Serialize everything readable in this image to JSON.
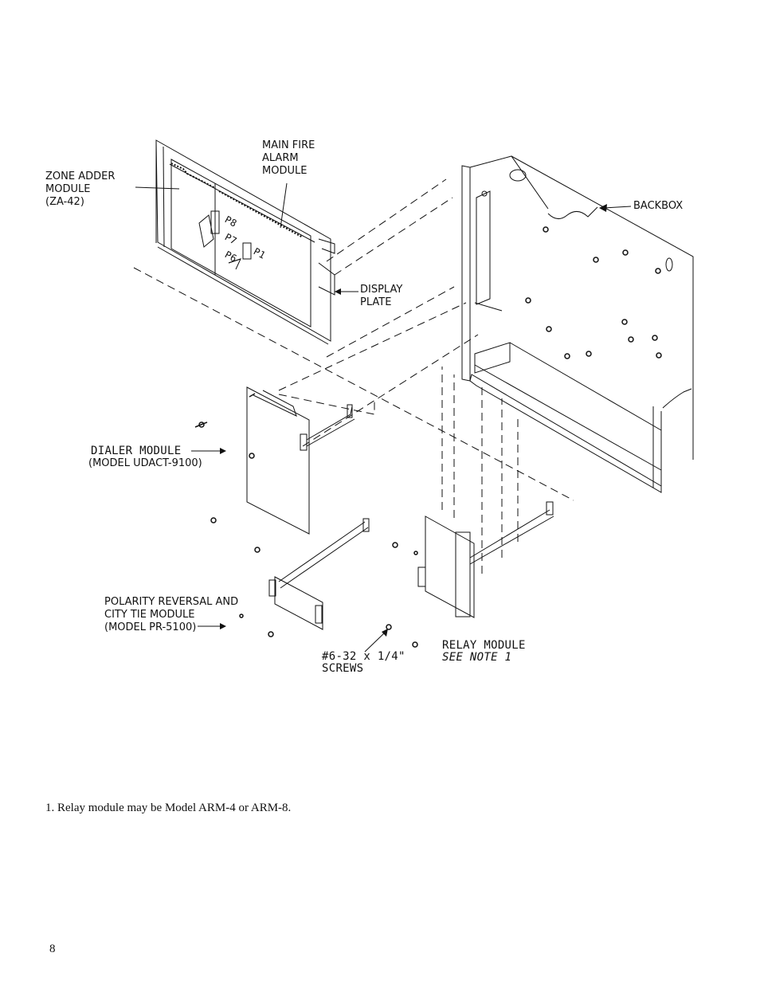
{
  "labels": {
    "zone_adder": [
      "ZONE ADDER",
      "MODULE",
      "(ZA-42)"
    ],
    "main_fire": [
      "MAIN FIRE",
      "ALARM",
      "MODULE"
    ],
    "display_plate": [
      "DISPLAY",
      "PLATE"
    ],
    "backbox": "BACKBOX",
    "dialer_title": "DIALER MODULE",
    "dialer_model": "(MODEL UDACT-9100)",
    "polarity": [
      "POLARITY REVERSAL AND",
      "CITY TIE MODULE",
      "(MODEL PR-5100)"
    ],
    "screws": [
      "#6-32 x 1/4\"",
      "SCREWS"
    ],
    "relay": [
      "RELAY MODULE",
      "SEE NOTE 1"
    ],
    "p8": "P8",
    "p7": "P7",
    "p6": "P6",
    "p1": "P1"
  },
  "note": "1. Relay module may be Model ARM-4 or ARM-8.",
  "page_number": "8"
}
